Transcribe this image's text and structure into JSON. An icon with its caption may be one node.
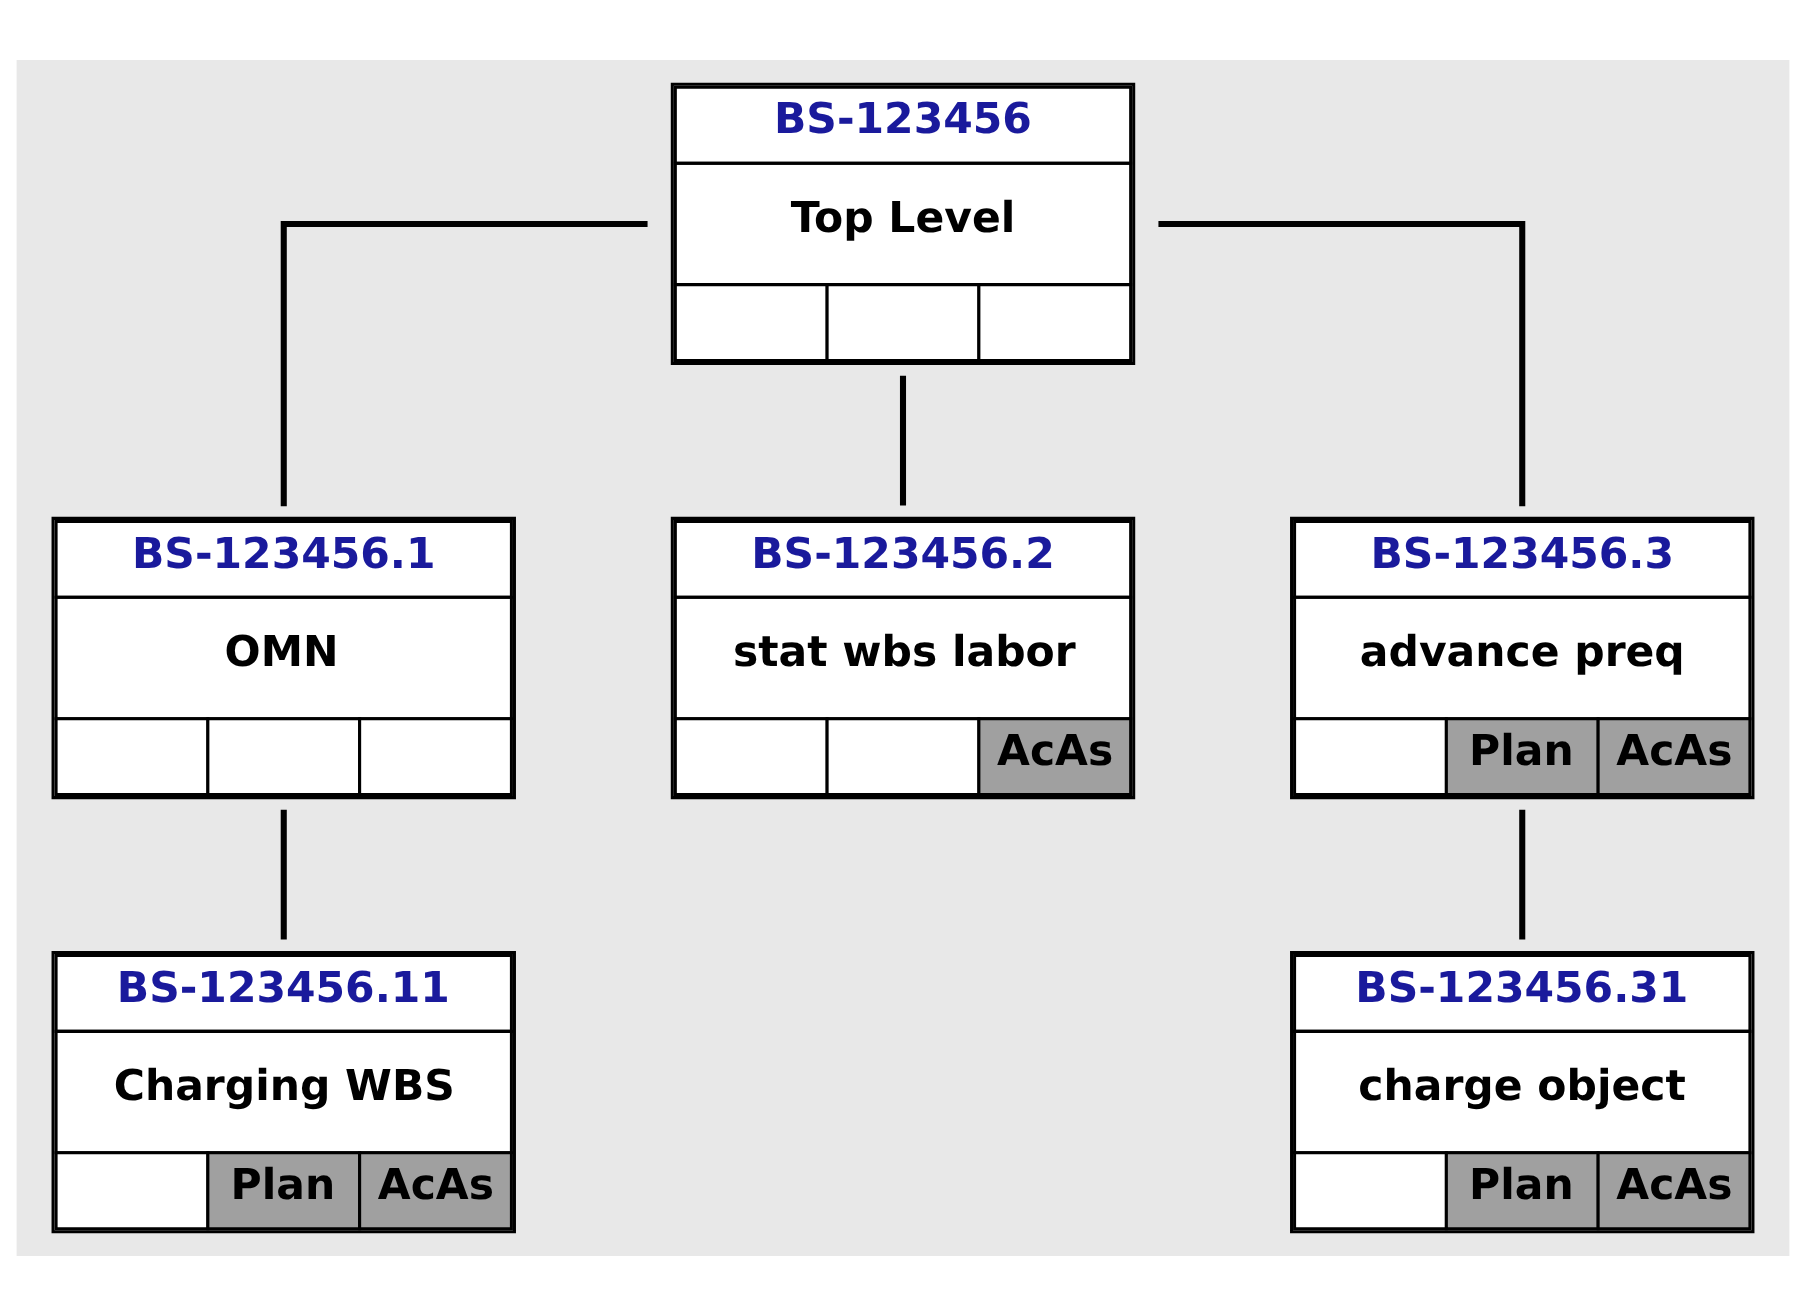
{
  "diagram": {
    "nodes": [
      {
        "text": [
          "BS-123456",
          "Top Level"
        ]
      },
      {
        "text": [
          "BS-123456.1",
          "OMN"
        ]
      },
      {
        "text": [
          "BS-123456.2",
          "stat wbs labor",
          "AcAs"
        ]
      },
      {
        "text": [
          "BS-123456.3",
          "advance preq",
          "Plan",
          "AcAs"
        ]
      },
      {
        "text": [
          "BS-123456.11",
          "Charging WBS",
          "Plan",
          "AcAs"
        ]
      },
      {
        "text": [
          "BS-123456.31",
          "charge object",
          "Plan",
          "AcAs"
        ]
      }
    ],
    "edges": [
      {
        "from": 0,
        "to": 1,
        "arrow": "none"
      },
      {
        "from": 0,
        "to": 2,
        "arrow": "none"
      },
      {
        "from": 0,
        "to": 3,
        "arrow": "none"
      },
      {
        "from": 1,
        "to": 4,
        "arrow": "none"
      },
      {
        "from": 3,
        "to": 5,
        "arrow": "none"
      }
    ]
  }
}
